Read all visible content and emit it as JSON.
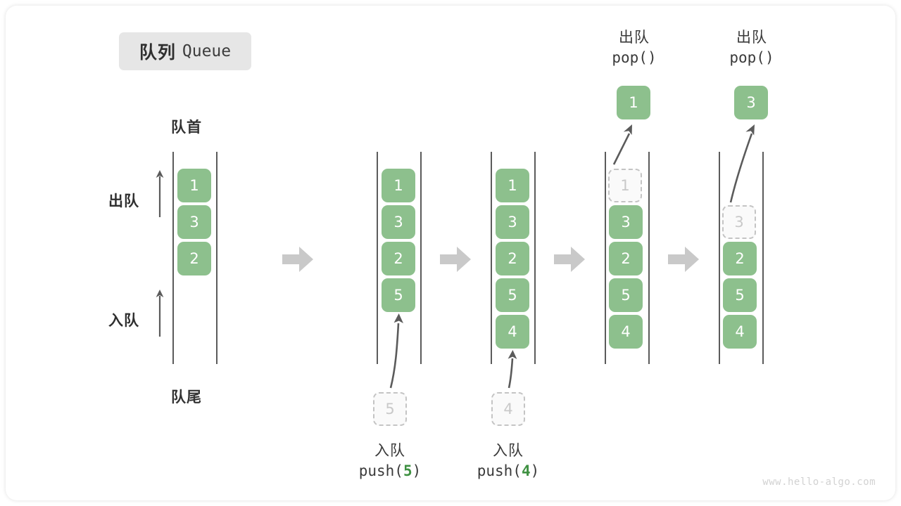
{
  "title": {
    "cn": "队列",
    "en": "Queue"
  },
  "captions": {
    "head": "队首",
    "tail": "队尾"
  },
  "side_labels": {
    "dequeue": "出队",
    "enqueue": "入队"
  },
  "colors": {
    "element": "#8dc08d",
    "ghost_fill": "#fafafa",
    "ghost_border": "#c4c4c4",
    "rail": "#5b5b5b",
    "arrow": "#5b5b5b",
    "step_arrow": "#c9c9c9",
    "badge_bg": "#e6e6e6",
    "accent_num": "#3f9142"
  },
  "watermark": "www.hello-algo.com",
  "stages": [
    {
      "id": "initial",
      "items": [
        "1",
        "3",
        "2"
      ],
      "ghost": null,
      "caption": null,
      "popped": null
    },
    {
      "id": "after-push-5",
      "items": [
        "1",
        "3",
        "2",
        "5"
      ],
      "ghost": {
        "value": "5",
        "position": "below"
      },
      "caption": {
        "cn": "入队",
        "fn": "push(",
        "num": "5",
        "fn_end": ")"
      },
      "popped": null
    },
    {
      "id": "after-push-4",
      "items": [
        "1",
        "3",
        "2",
        "5",
        "4"
      ],
      "ghost": {
        "value": "4",
        "position": "below"
      },
      "caption": {
        "cn": "入队",
        "fn": "push(",
        "num": "4",
        "fn_end": ")"
      },
      "popped": null
    },
    {
      "id": "after-pop-1",
      "items": [
        "3",
        "2",
        "5",
        "4"
      ],
      "ghost": {
        "value": "1",
        "position": "slot0"
      },
      "caption": {
        "cn": "出队",
        "fn": "pop(",
        "num": "",
        "fn_end": ")"
      },
      "popped": "1"
    },
    {
      "id": "after-pop-3",
      "items": [
        "2",
        "5",
        "4"
      ],
      "ghost": {
        "value": "3",
        "position": "slot1"
      },
      "caption": {
        "cn": "出队",
        "fn": "pop(",
        "num": "",
        "fn_end": ")"
      },
      "popped": "3"
    }
  ]
}
